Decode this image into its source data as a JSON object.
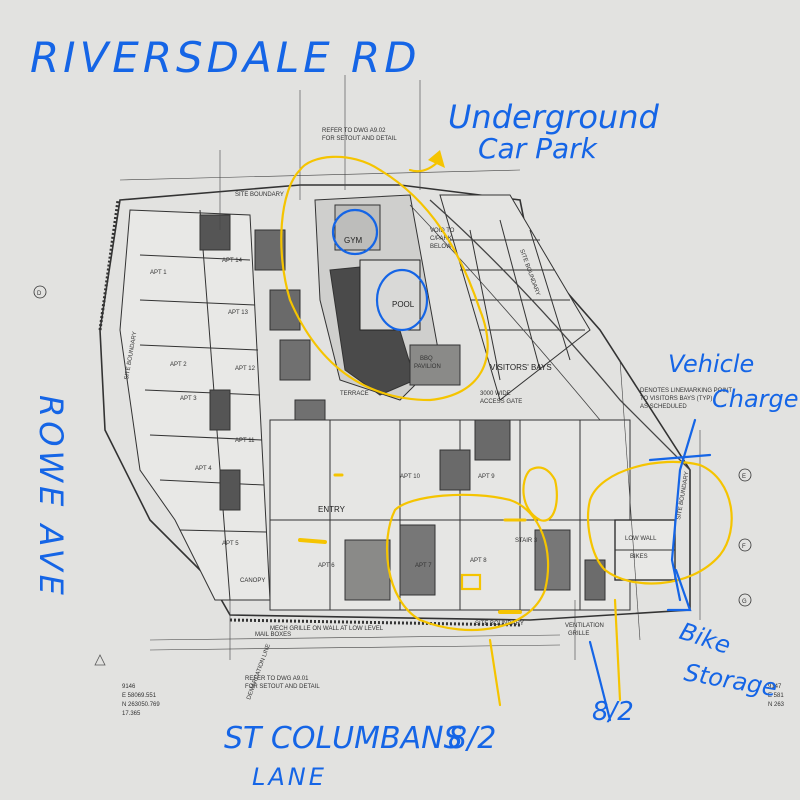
{
  "annotations": {
    "street_top": "RIVERSDALE RD",
    "underground_1": "Underground",
    "underground_2": "Car Park",
    "vehicle_1": "Vehicle",
    "vehicle_2": "Charge",
    "street_left": "ROWE AVE",
    "lane_1": "ST COLUMBANS",
    "lane_2": "LANE",
    "ratio_left": "8/2",
    "ratio_bottom": "8/2",
    "bike_1": "Bike",
    "bike_2": "Storage",
    "gym": "GYM",
    "pool": "POOL"
  },
  "plan": {
    "site_boundary": "SITE BOUNDARY",
    "refer_top_1": "REFER TO DWG A9.02",
    "refer_top_2": "FOR SETOUT AND DETAIL",
    "refer_bottom_1": "REFER TO DWG A9.01",
    "refer_bottom_2": "FOR SETOUT AND DETAIL",
    "void_1": "VOID TO",
    "void_2": "C/PARK",
    "void_3": "BELOW",
    "visitors_bays": "VISITORS' BAYS",
    "access_gate_1": "3000 WIDE",
    "access_gate_2": "ACCESS GATE",
    "entry": "ENTRY",
    "terrace": "TERRACE",
    "pavilion_1": "BBQ",
    "pavilion_2": "PAVILION",
    "stair": "STAIR 3",
    "bikes": "BIKES",
    "low_wall": "LOW WALL",
    "ventilation_1": "VENTILATION",
    "ventilation_2": "GRILLE",
    "mech_grille": "MECH GRILLE ON WALL AT LOW LEVEL",
    "demarcation": "DEMARCATION LINE",
    "denotes_1": "DENOTES LINEMARKING POINT",
    "denotes_2": "TO VISITORS BAYS (TYP)",
    "denotes_3": "AS SCHEDULED",
    "canopy": "CANOPY",
    "mail_boxes": "MAIL BOXES",
    "apartments": [
      "APT 14",
      "APT 1",
      "APT 13",
      "APT 2",
      "APT 12",
      "APT 3",
      "APT 11",
      "APT 4",
      "APT 5",
      "APT 6",
      "APT 7",
      "APT 8",
      "APT 10",
      "APT 9"
    ],
    "coords_left": [
      "9146",
      "E 58069.551",
      "N 263050.769",
      "17.365"
    ],
    "coords_right": [
      "9147",
      "E 581",
      "N 263"
    ],
    "grid_letters": [
      "D",
      "E",
      "F",
      "G"
    ]
  },
  "colors": {
    "annotation_blue": "#1565e6",
    "highlight_yellow": "#f5c400",
    "line_dark": "#333333"
  }
}
